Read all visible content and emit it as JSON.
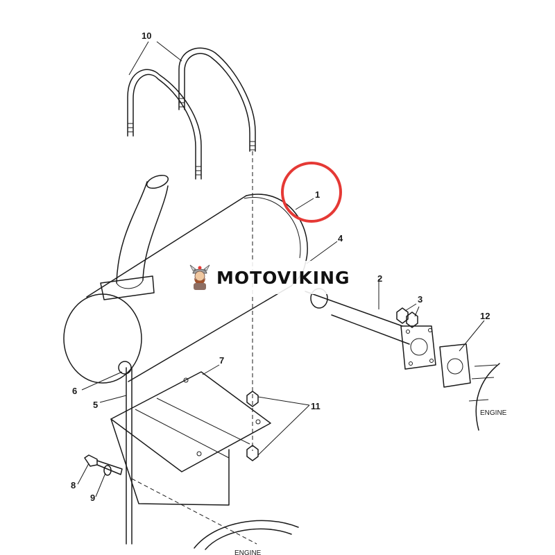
{
  "diagram": {
    "callouts": [
      {
        "id": "1",
        "label": "1"
      },
      {
        "id": "2",
        "label": "2"
      },
      {
        "id": "3",
        "label": "3"
      },
      {
        "id": "4",
        "label": "4"
      },
      {
        "id": "5",
        "label": "5"
      },
      {
        "id": "6",
        "label": "6"
      },
      {
        "id": "7",
        "label": "7"
      },
      {
        "id": "8",
        "label": "8"
      },
      {
        "id": "9",
        "label": "9"
      },
      {
        "id": "10",
        "label": "10"
      },
      {
        "id": "11",
        "label": "11"
      },
      {
        "id": "12",
        "label": "12"
      }
    ],
    "engine_labels": [
      "ENGINE",
      "ENGINE"
    ],
    "highlight_color": "#e53935",
    "highlighted_part": "1"
  },
  "watermark": {
    "text": "MOTOVIKING",
    "logo_icon": "viking-mascot-icon"
  }
}
